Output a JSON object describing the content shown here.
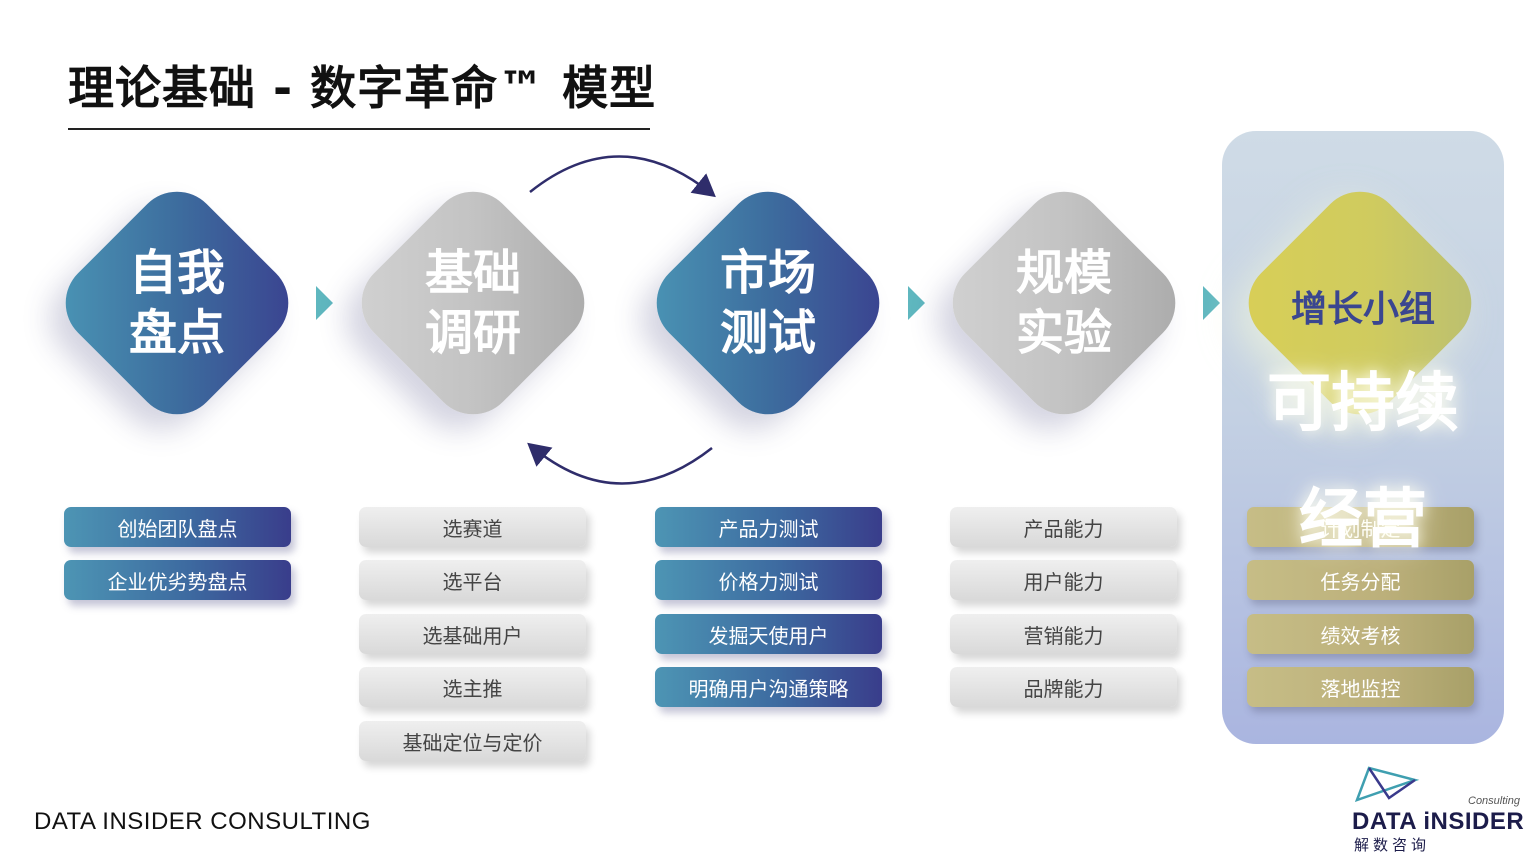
{
  "title": "理论基础 - 数字革命™  模型",
  "stages": [
    {
      "line1": "自我",
      "line2": "盘点",
      "items": [
        "创始团队盘点",
        "企业优劣势盘点"
      ]
    },
    {
      "line1": "基础",
      "line2": "调研",
      "items": [
        "选赛道",
        "选平台",
        "选基础用户",
        "选主推",
        "基础定位与定价"
      ]
    },
    {
      "line1": "市场",
      "line2": "测试",
      "items": [
        "产品力测试",
        "价格力测试",
        "发掘天使用户",
        "明确用户沟通策略"
      ]
    },
    {
      "line1": "规模",
      "line2": "实验",
      "items": [
        "产品能力",
        "用户能力",
        "营销能力",
        "品牌能力"
      ]
    }
  ],
  "growth": {
    "title": "增长小组",
    "overlay_line1": "可持续",
    "overlay_line2": "经营",
    "items": [
      "计划制定",
      "任务分配",
      "绩效考核",
      "落地监控"
    ]
  },
  "footer": "DATA INSIDER CONSULTING",
  "logo": {
    "consulting": "Consulting",
    "name": "DATA iNSIDER",
    "cn": "解数咨询"
  },
  "colors": {
    "blue_start": "#4b97b6",
    "blue_end": "#3a3f8f",
    "gray": "#c3c3c3",
    "yellow": "#d9cf56",
    "chevron": "#5fb7bf",
    "arc": "#2f2d6b",
    "panel": "#c4d1e3"
  }
}
